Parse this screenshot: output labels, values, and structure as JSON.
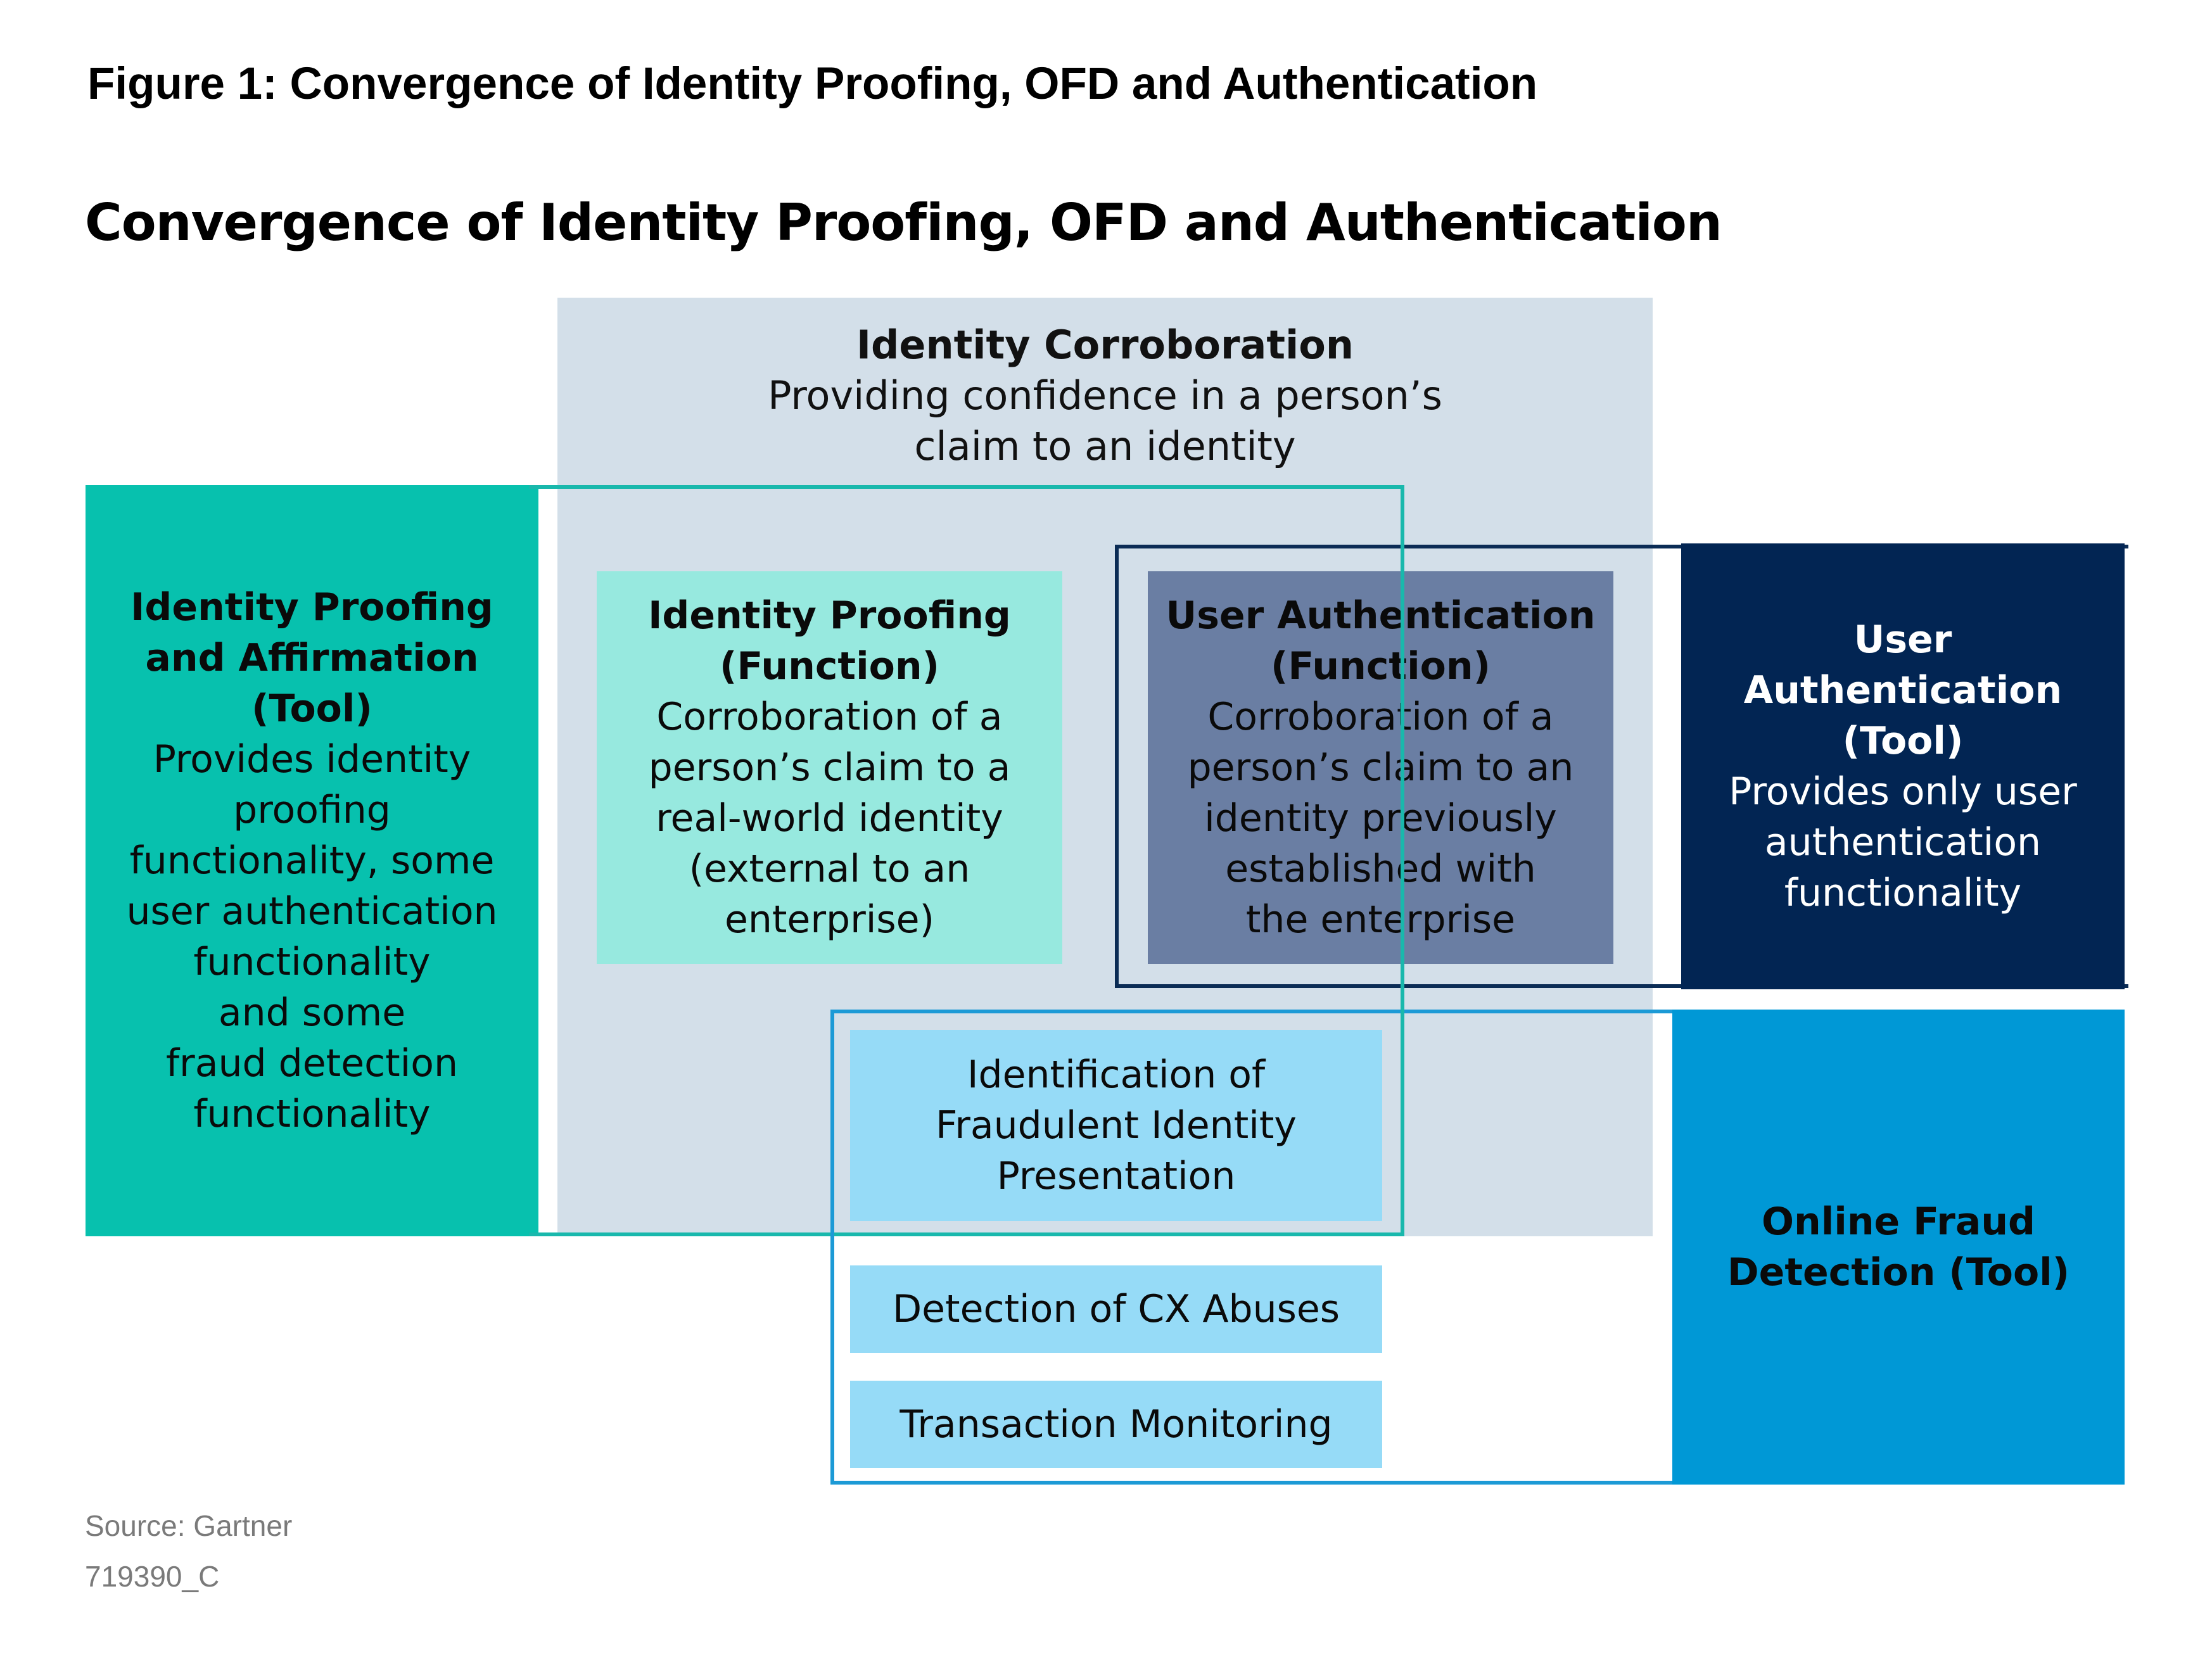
{
  "figure_caption": "Figure 1: Convergence of Identity Proofing, OFD and Authentication",
  "diagram_title": "Convergence of Identity Proofing, OFD and Authentication",
  "colors": {
    "corroboration_bg": "#d3dfe9",
    "teal_tool": "#07c1ae",
    "teal_outline": "#19b8ac",
    "light_teal_function": "#97e9df",
    "slate_function": "#6a7ea3",
    "navy_tool": "#022553",
    "navy_outline": "#0b2c55",
    "blue_tool": "#0098d6",
    "blue_outline": "#1c9ad6",
    "light_blue_box": "#96dbf7"
  },
  "identity_corroboration": {
    "title": "Identity Corroboration",
    "description": "Providing confidence in a person’s\nclaim to an identity"
  },
  "identity_proofing_tool": {
    "title": "Identity Proofing\nand Affirmation\n(Tool)",
    "description": "Provides identity\nproofing\nfunctionality, some\nuser authentication\nfunctionality\nand some\nfraud detection\nfunctionality"
  },
  "identity_proofing_function": {
    "title": "Identity Proofing\n(Function)",
    "description": "Corroboration of a\nperson’s claim to a\nreal-world identity\n(external to an\nenterprise)"
  },
  "user_authentication_function": {
    "title": "User Authentication\n(Function)",
    "description": "Corroboration of a\nperson’s claim to an\nidentity previously\nestablished with\nthe enterprise"
  },
  "user_authentication_tool": {
    "title": "User\nAuthentication\n(Tool)",
    "description": "Provides only user\nauthentication\nfunctionality"
  },
  "online_fraud_detection_tool": {
    "title": "Online Fraud\nDetection (Tool)"
  },
  "fraud_functions": [
    {
      "label": "Identification of\nFraudulent Identity\nPresentation"
    },
    {
      "label": "Detection of CX Abuses"
    },
    {
      "label": "Transaction Monitoring"
    }
  ],
  "source": "Source: Gartner",
  "figure_id": "719390_C"
}
